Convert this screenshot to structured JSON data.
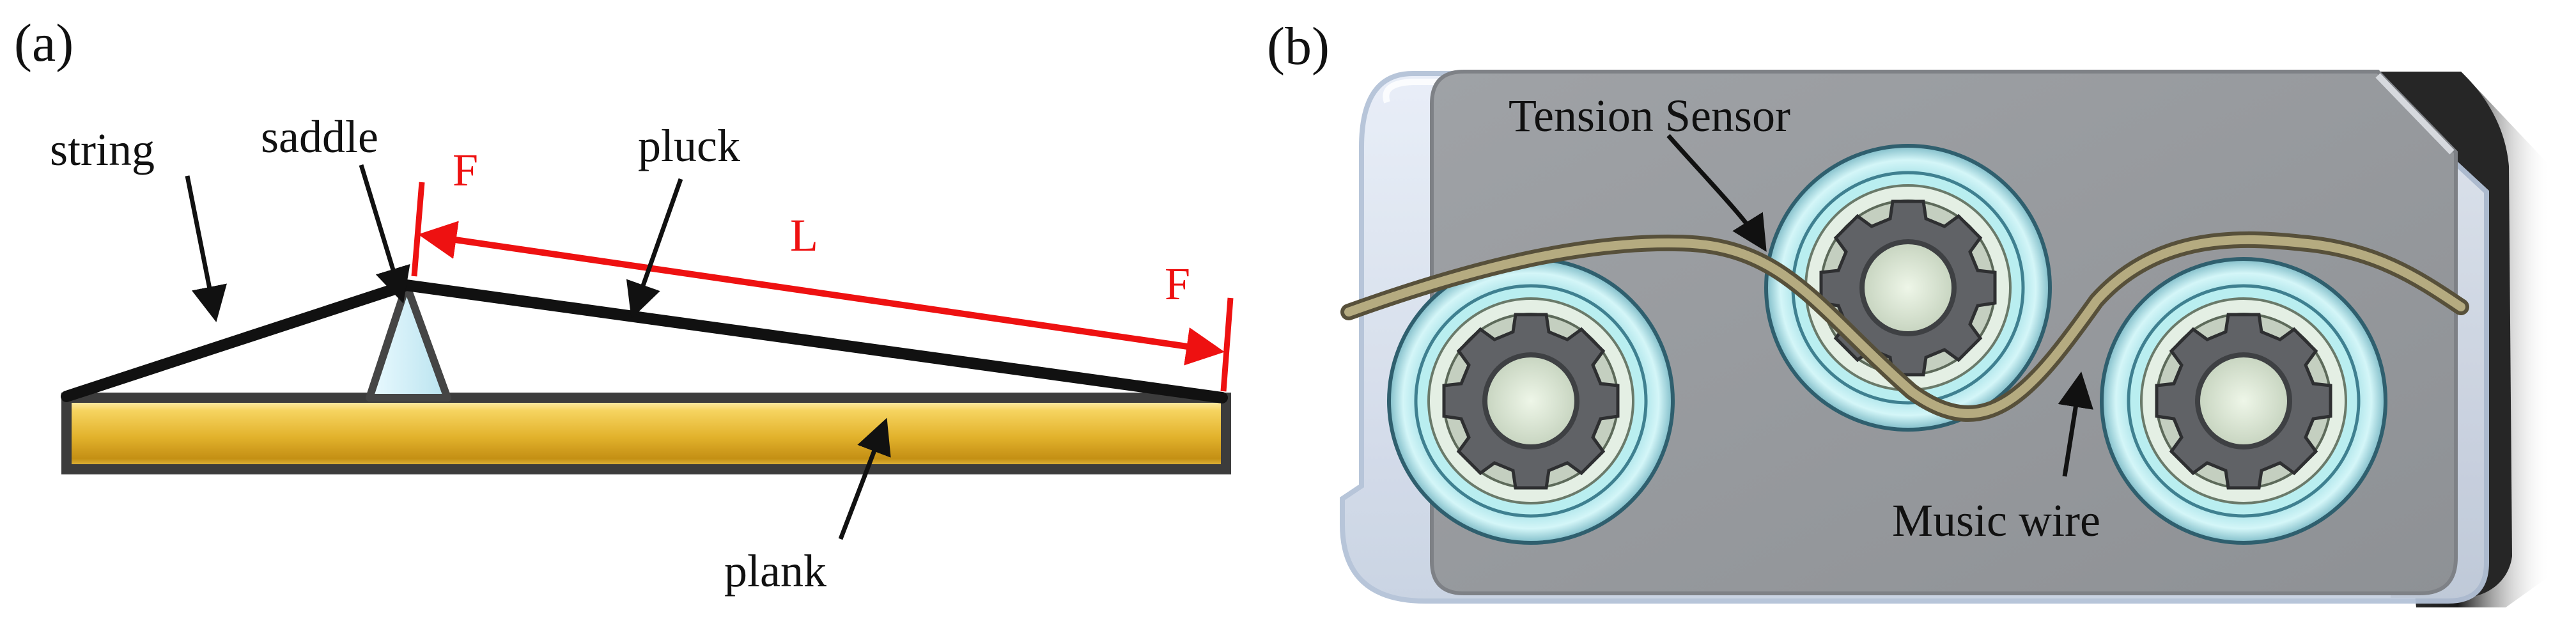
{
  "panel_a": {
    "tag": "(a)",
    "labels": {
      "string": "string",
      "saddle": "saddle",
      "pluck": "pluck",
      "plank": "plank",
      "force_left": "F",
      "force_right": "F",
      "length": "L"
    }
  },
  "panel_b": {
    "tag": "(b)",
    "labels": {
      "tension_sensor": "Tension Sensor",
      "music_wire": "Music wire"
    }
  },
  "colors": {
    "annotation_red": "#ee1111",
    "plank_gold": "#e8b830",
    "string_black": "#111111",
    "saddle_fill": "#cfeef6",
    "plate_gray": "#97999c",
    "roller_cyan": "#bff0f2",
    "wire_khaki": "#a39a6e"
  }
}
